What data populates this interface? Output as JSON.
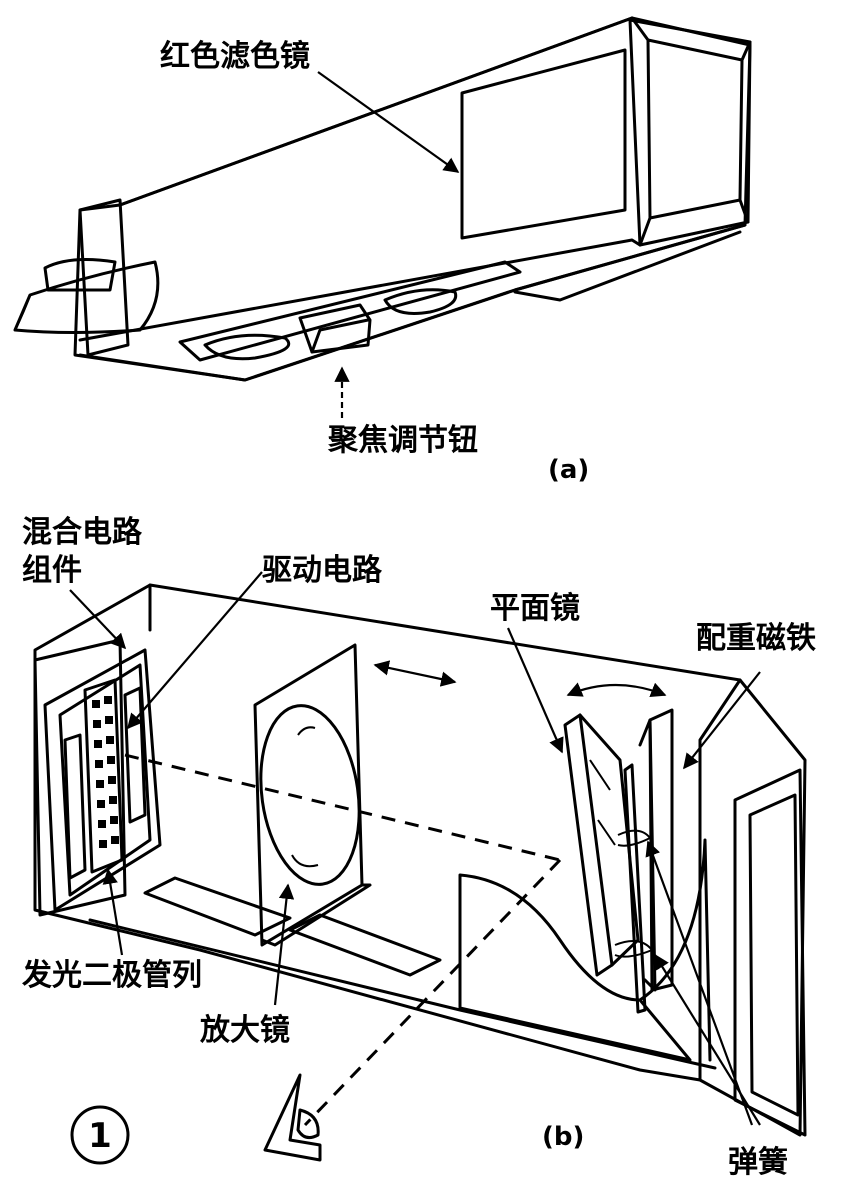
{
  "figure_number": "1",
  "panel_a": {
    "caption": "(a)",
    "labels": {
      "red_filter": "红色滤色镜",
      "focus_knob": "聚焦调节钮"
    }
  },
  "panel_b": {
    "caption": "(b)",
    "labels": {
      "hybrid_circuit_line1": "混合电路",
      "hybrid_circuit_line2": "组件",
      "drive_circuit": "驱动电路",
      "plane_mirror": "平面镜",
      "counterweight_magnet": "配重磁铁",
      "led_array": "发光二极管列",
      "magnifier": "放大镜",
      "spring": "弹簧"
    }
  }
}
